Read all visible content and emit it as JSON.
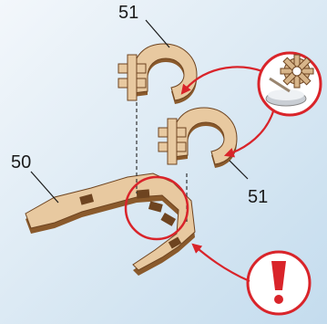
{
  "labels": {
    "part_top": "51",
    "part_mid": "51",
    "part_base": "50"
  },
  "icons": [
    "gear-glue-icon",
    "warning-exclamation-icon"
  ],
  "colors": {
    "wood_face": "#e8c9a0",
    "wood_edge": "#8a5a2c",
    "wood_dark": "#6e4420",
    "callout_red": "#d9242a",
    "background": "#d9e8f3"
  }
}
